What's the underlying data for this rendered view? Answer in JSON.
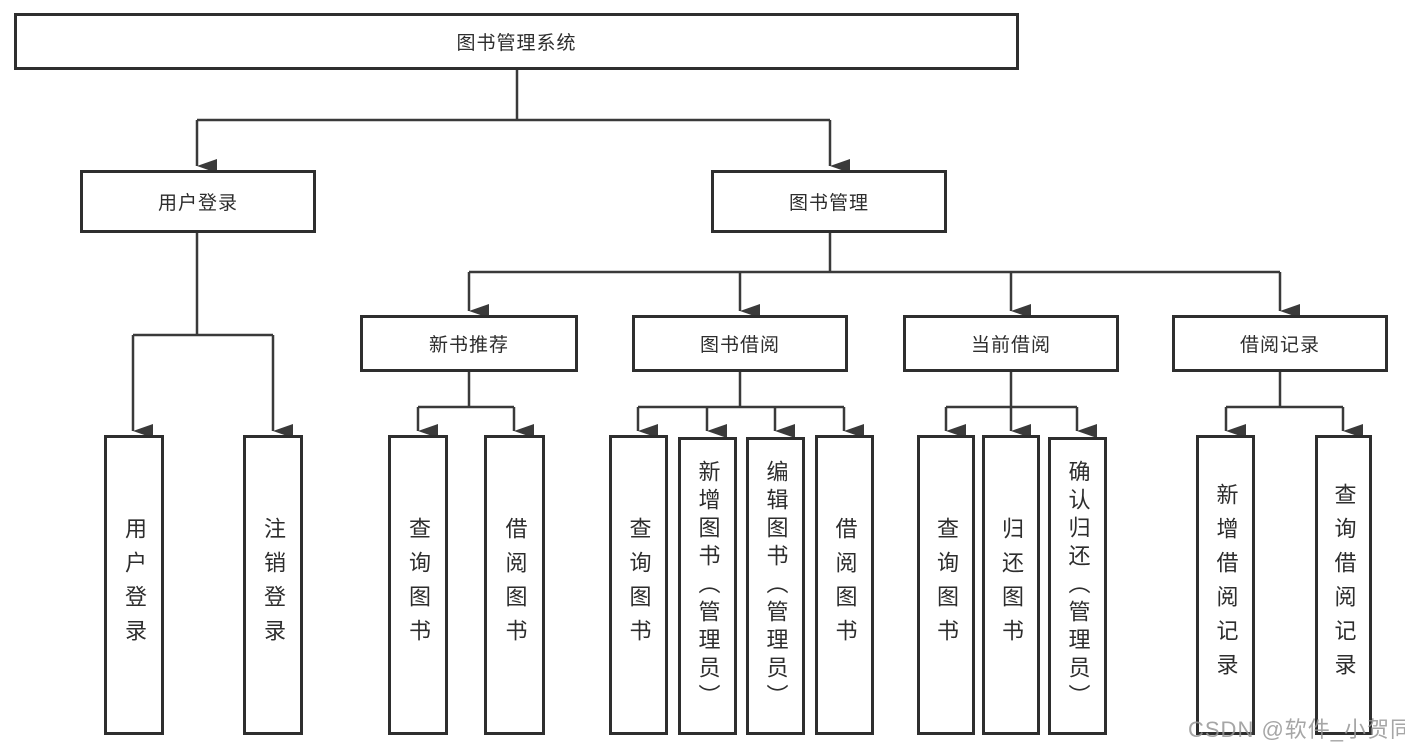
{
  "diagram": {
    "root": {
      "label": "图书管理系统"
    },
    "branches": [
      {
        "label": "用户登录",
        "children": [
          {
            "label": "用户登录"
          },
          {
            "label": "注销登录"
          }
        ]
      },
      {
        "label": "图书管理",
        "children": [
          {
            "label": "新书推荐",
            "children": [
              {
                "label": "查询图书"
              },
              {
                "label": "借阅图书"
              }
            ]
          },
          {
            "label": "图书借阅",
            "children": [
              {
                "label": "查询图书"
              },
              {
                "label": "新增图书（管理员）"
              },
              {
                "label": "编辑图书（管理员）"
              },
              {
                "label": "借阅图书"
              }
            ]
          },
          {
            "label": "当前借阅",
            "children": [
              {
                "label": "查询图书"
              },
              {
                "label": "归还图书"
              },
              {
                "label": "确认归还（管理员）"
              }
            ]
          },
          {
            "label": "借阅记录",
            "children": [
              {
                "label": "新增借阅记录"
              },
              {
                "label": "查询借阅记录"
              }
            ]
          }
        ]
      }
    ]
  },
  "watermark": {
    "text": "CSDN @软件_小贺同学"
  },
  "colors": {
    "line": "#3a3a3a",
    "box_border": "#2e2e2e",
    "box_fill": "#ffffff",
    "text": "#2d2d2d",
    "watermark": "#969696"
  }
}
